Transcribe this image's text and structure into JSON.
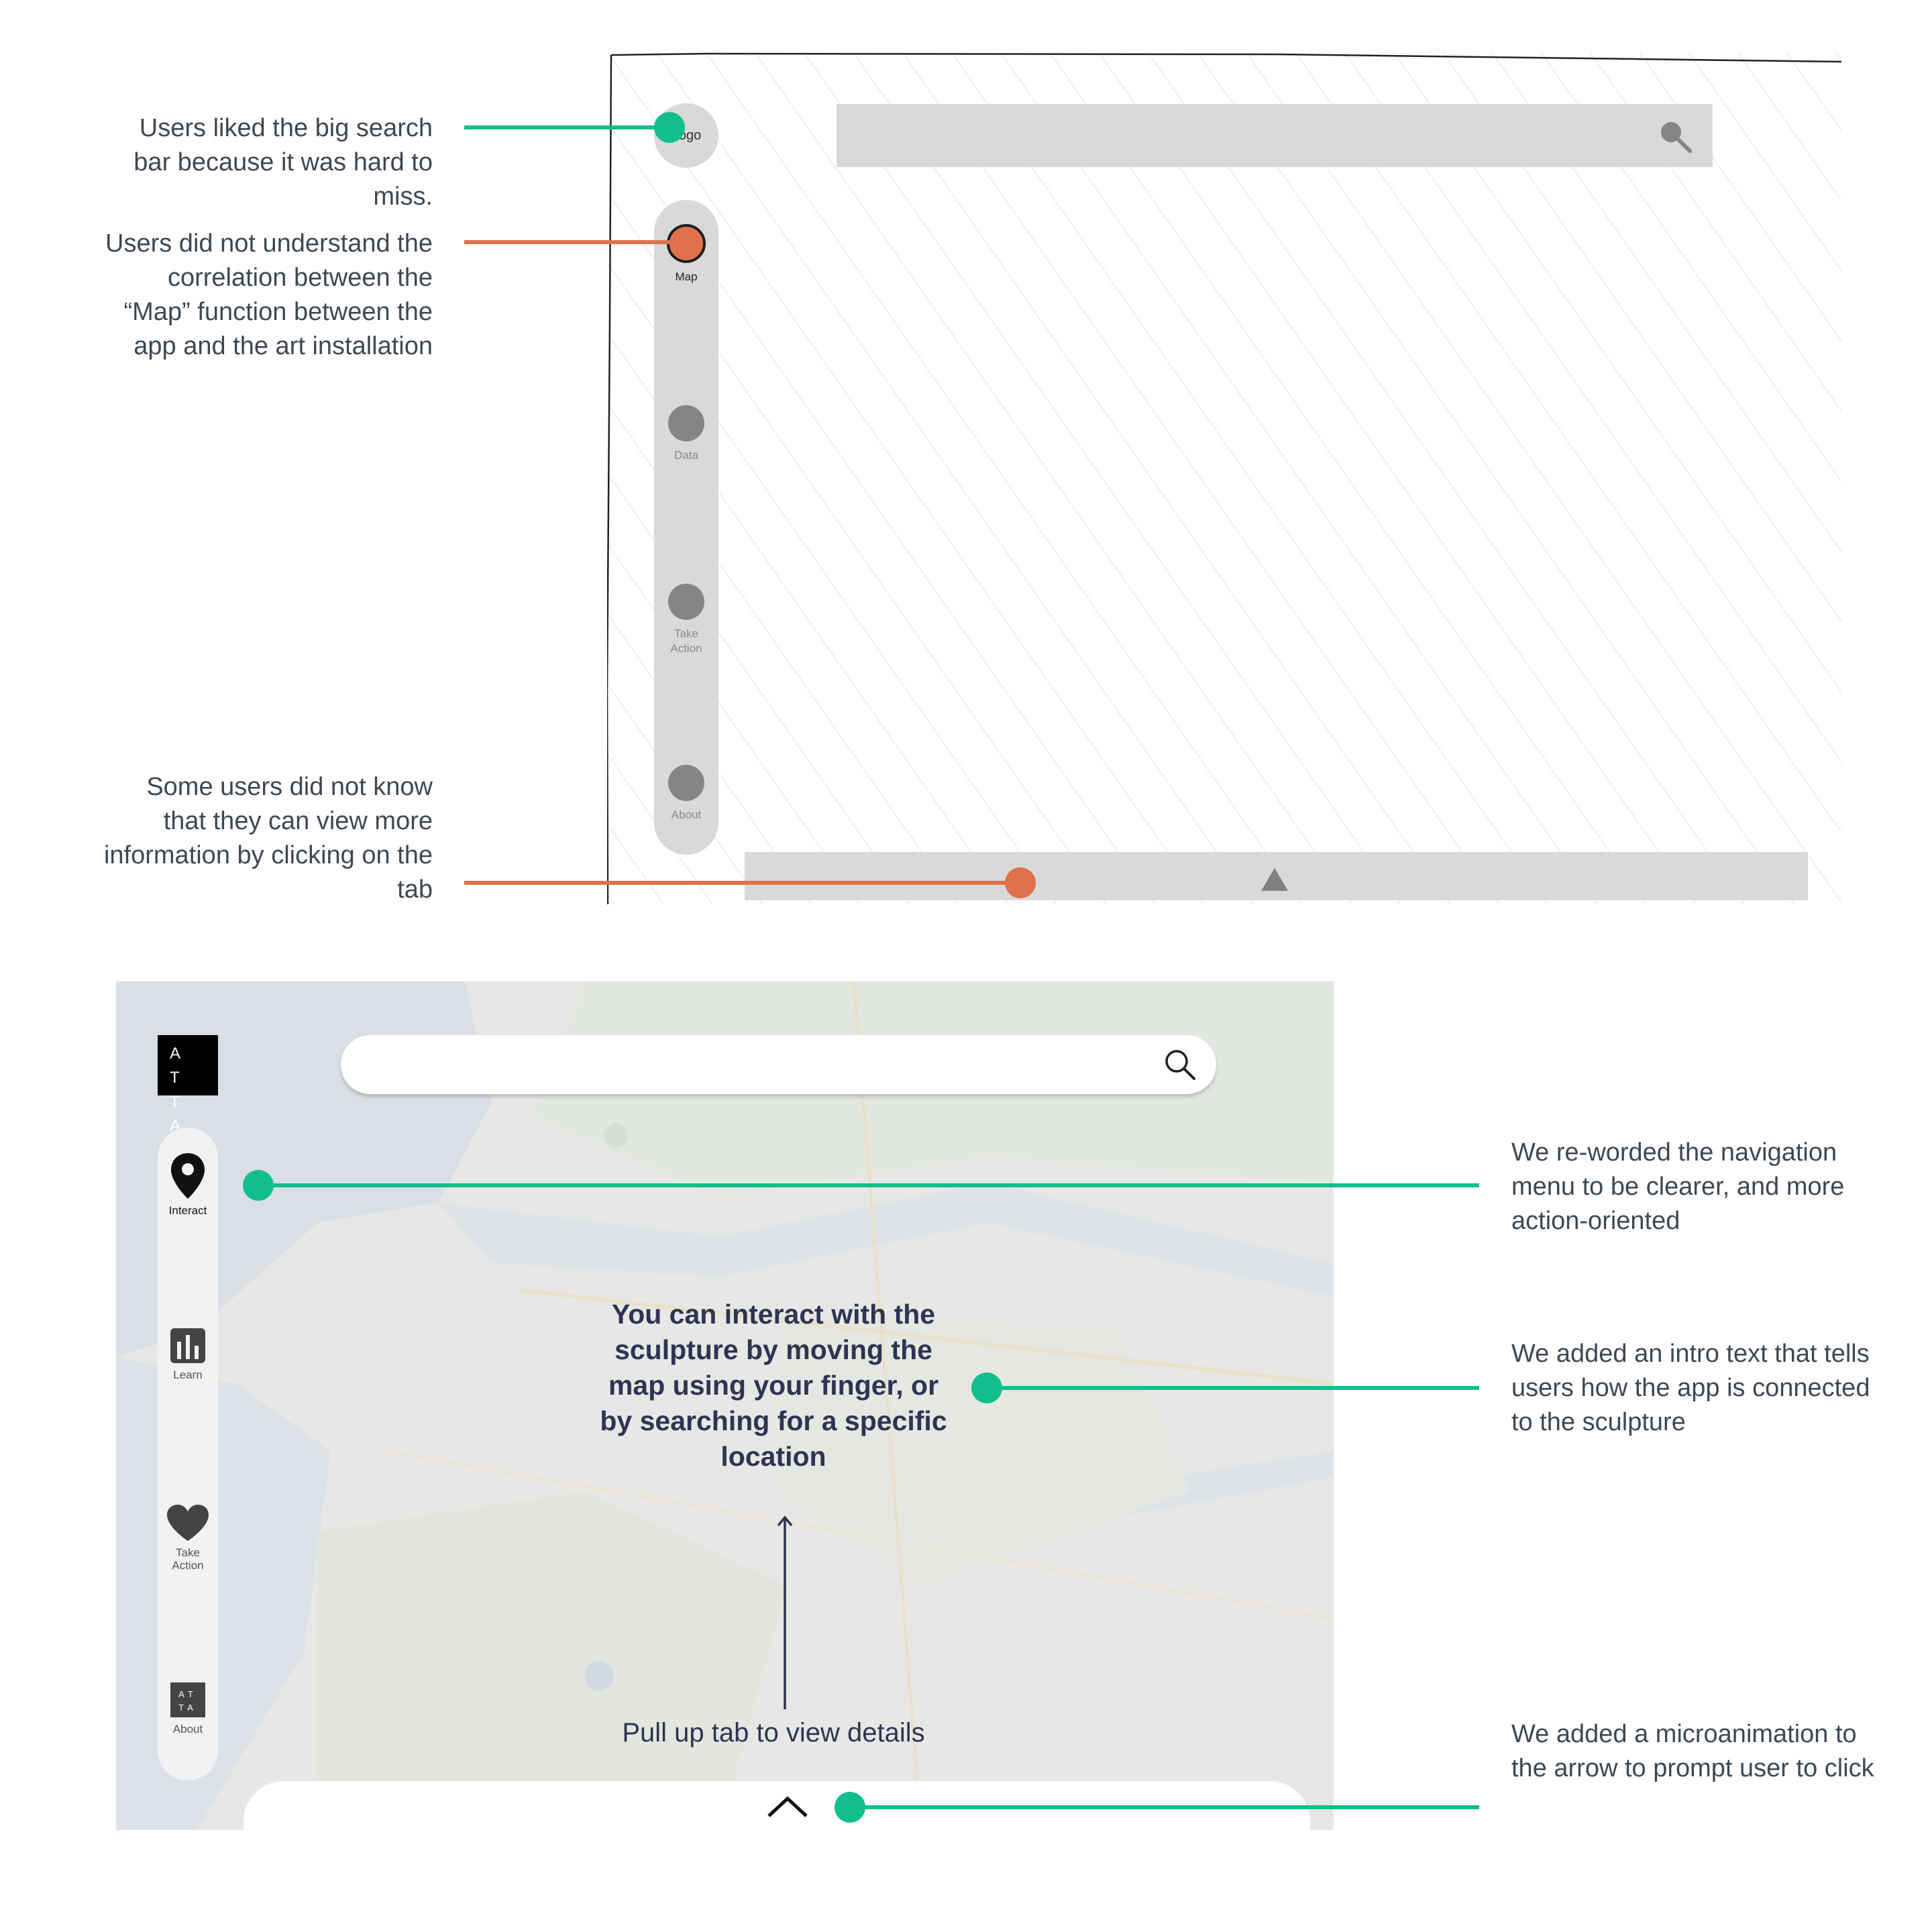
{
  "wireframe": {
    "logo_label": "Logo",
    "nav": [
      {
        "label": "Map",
        "active": true
      },
      {
        "label": "Data",
        "active": false
      },
      {
        "label": "Take Action",
        "active": false
      },
      {
        "label": "About",
        "active": false
      }
    ],
    "search_icon": "search-icon",
    "tab_icon": "triangle-up-icon"
  },
  "notes_top": {
    "search_bar": "Users liked the big search bar because it was hard to miss.",
    "map_function": "Users did not understand the correlation between the “Map” function between the app and the art installation",
    "tab_info": "Some users did not know that they can view more information by clicking on the tab"
  },
  "hifi": {
    "brand": {
      "line1": "A T",
      "line2": "T A"
    },
    "nav": [
      {
        "label": "Interact",
        "icon": "map-pin-icon",
        "active": true
      },
      {
        "label": "Learn",
        "icon": "bar-chart-icon",
        "active": false
      },
      {
        "label": "Take Action",
        "icon": "heart-icon",
        "active": false
      },
      {
        "label": "About",
        "icon": "atta-logo-icon",
        "active": false
      }
    ],
    "intro_text": "You can interact with the sculpture by moving the map using your finger, or by searching for a specific location",
    "pull_text": "Pull up tab to view details",
    "search_icon": "search-icon",
    "tab_icon": "chevron-up-icon"
  },
  "notes_bottom": {
    "navigation": "We re-worded the navigation menu to be clearer, and more action-oriented",
    "intro": "We added an intro text that tells users how the app is connected to the sculpture",
    "microanimation": "We added a microanimation to the arrow to prompt user to click"
  },
  "colors": {
    "positive": "#12bf8c",
    "negative": "#e0714a",
    "text": "#3f4852",
    "intro_text": "#2e3452"
  }
}
